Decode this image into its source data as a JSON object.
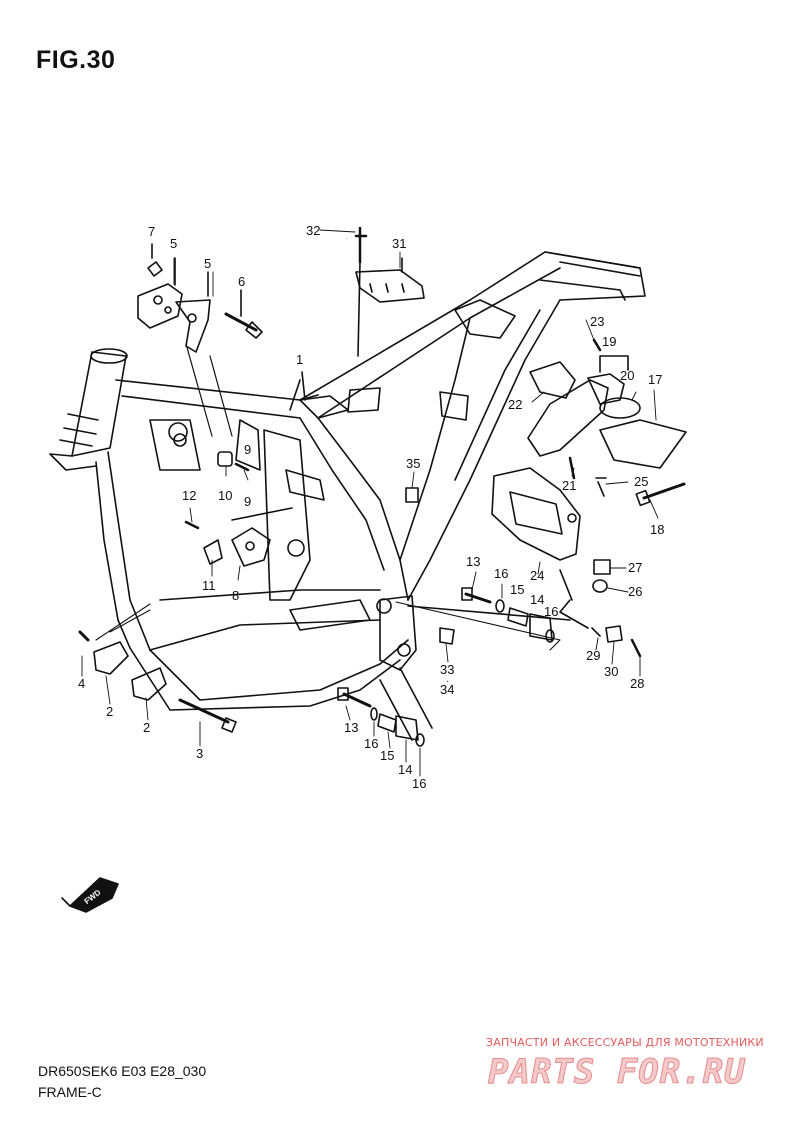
{
  "figure": {
    "title": "FIG.30"
  },
  "footer": {
    "model_code": "DR650SEK6 E03 E28_030",
    "group_name": "FRAME-C"
  },
  "watermark": {
    "caption": "ЗАПЧАСТИ И АКСЕССУАРЫ ДЛЯ МОТОТЕХНИКИ",
    "logo_text": "PARTS FOR.RU"
  },
  "fwd_marker": {
    "label": "FWD"
  },
  "callouts": [
    {
      "id": "c-7",
      "label": "7"
    },
    {
      "id": "c-5a",
      "label": "5"
    },
    {
      "id": "c-5b",
      "label": "5"
    },
    {
      "id": "c-6",
      "label": "6"
    },
    {
      "id": "c-32",
      "label": "32"
    },
    {
      "id": "c-31",
      "label": "31"
    },
    {
      "id": "c-1",
      "label": "1"
    },
    {
      "id": "c-23",
      "label": "23"
    },
    {
      "id": "c-19",
      "label": "19"
    },
    {
      "id": "c-20",
      "label": "20"
    },
    {
      "id": "c-17",
      "label": "17"
    },
    {
      "id": "c-22",
      "label": "22"
    },
    {
      "id": "c-35",
      "label": "35"
    },
    {
      "id": "c-21",
      "label": "21"
    },
    {
      "id": "c-25",
      "label": "25"
    },
    {
      "id": "c-18",
      "label": "18"
    },
    {
      "id": "c-12",
      "label": "12"
    },
    {
      "id": "c-10",
      "label": "10"
    },
    {
      "id": "c-9a",
      "label": "9"
    },
    {
      "id": "c-9b",
      "label": "9"
    },
    {
      "id": "c-11",
      "label": "11"
    },
    {
      "id": "c-8",
      "label": "8"
    },
    {
      "id": "c-13a",
      "label": "13"
    },
    {
      "id": "c-16a",
      "label": "16"
    },
    {
      "id": "c-15a",
      "label": "15"
    },
    {
      "id": "c-14a",
      "label": "14"
    },
    {
      "id": "c-16b",
      "label": "16"
    },
    {
      "id": "c-24",
      "label": "24"
    },
    {
      "id": "c-27",
      "label": "27"
    },
    {
      "id": "c-26",
      "label": "26"
    },
    {
      "id": "c-29",
      "label": "29"
    },
    {
      "id": "c-30",
      "label": "30"
    },
    {
      "id": "c-28",
      "label": "28"
    },
    {
      "id": "c-33",
      "label": "33"
    },
    {
      "id": "c-34",
      "label": "34"
    },
    {
      "id": "c-4",
      "label": "4"
    },
    {
      "id": "c-2a",
      "label": "2"
    },
    {
      "id": "c-2b",
      "label": "2"
    },
    {
      "id": "c-3",
      "label": "3"
    },
    {
      "id": "c-13b",
      "label": "13"
    },
    {
      "id": "c-16c",
      "label": "16"
    },
    {
      "id": "c-15b",
      "label": "15"
    },
    {
      "id": "c-14b",
      "label": "14"
    },
    {
      "id": "c-16d",
      "label": "16"
    }
  ]
}
